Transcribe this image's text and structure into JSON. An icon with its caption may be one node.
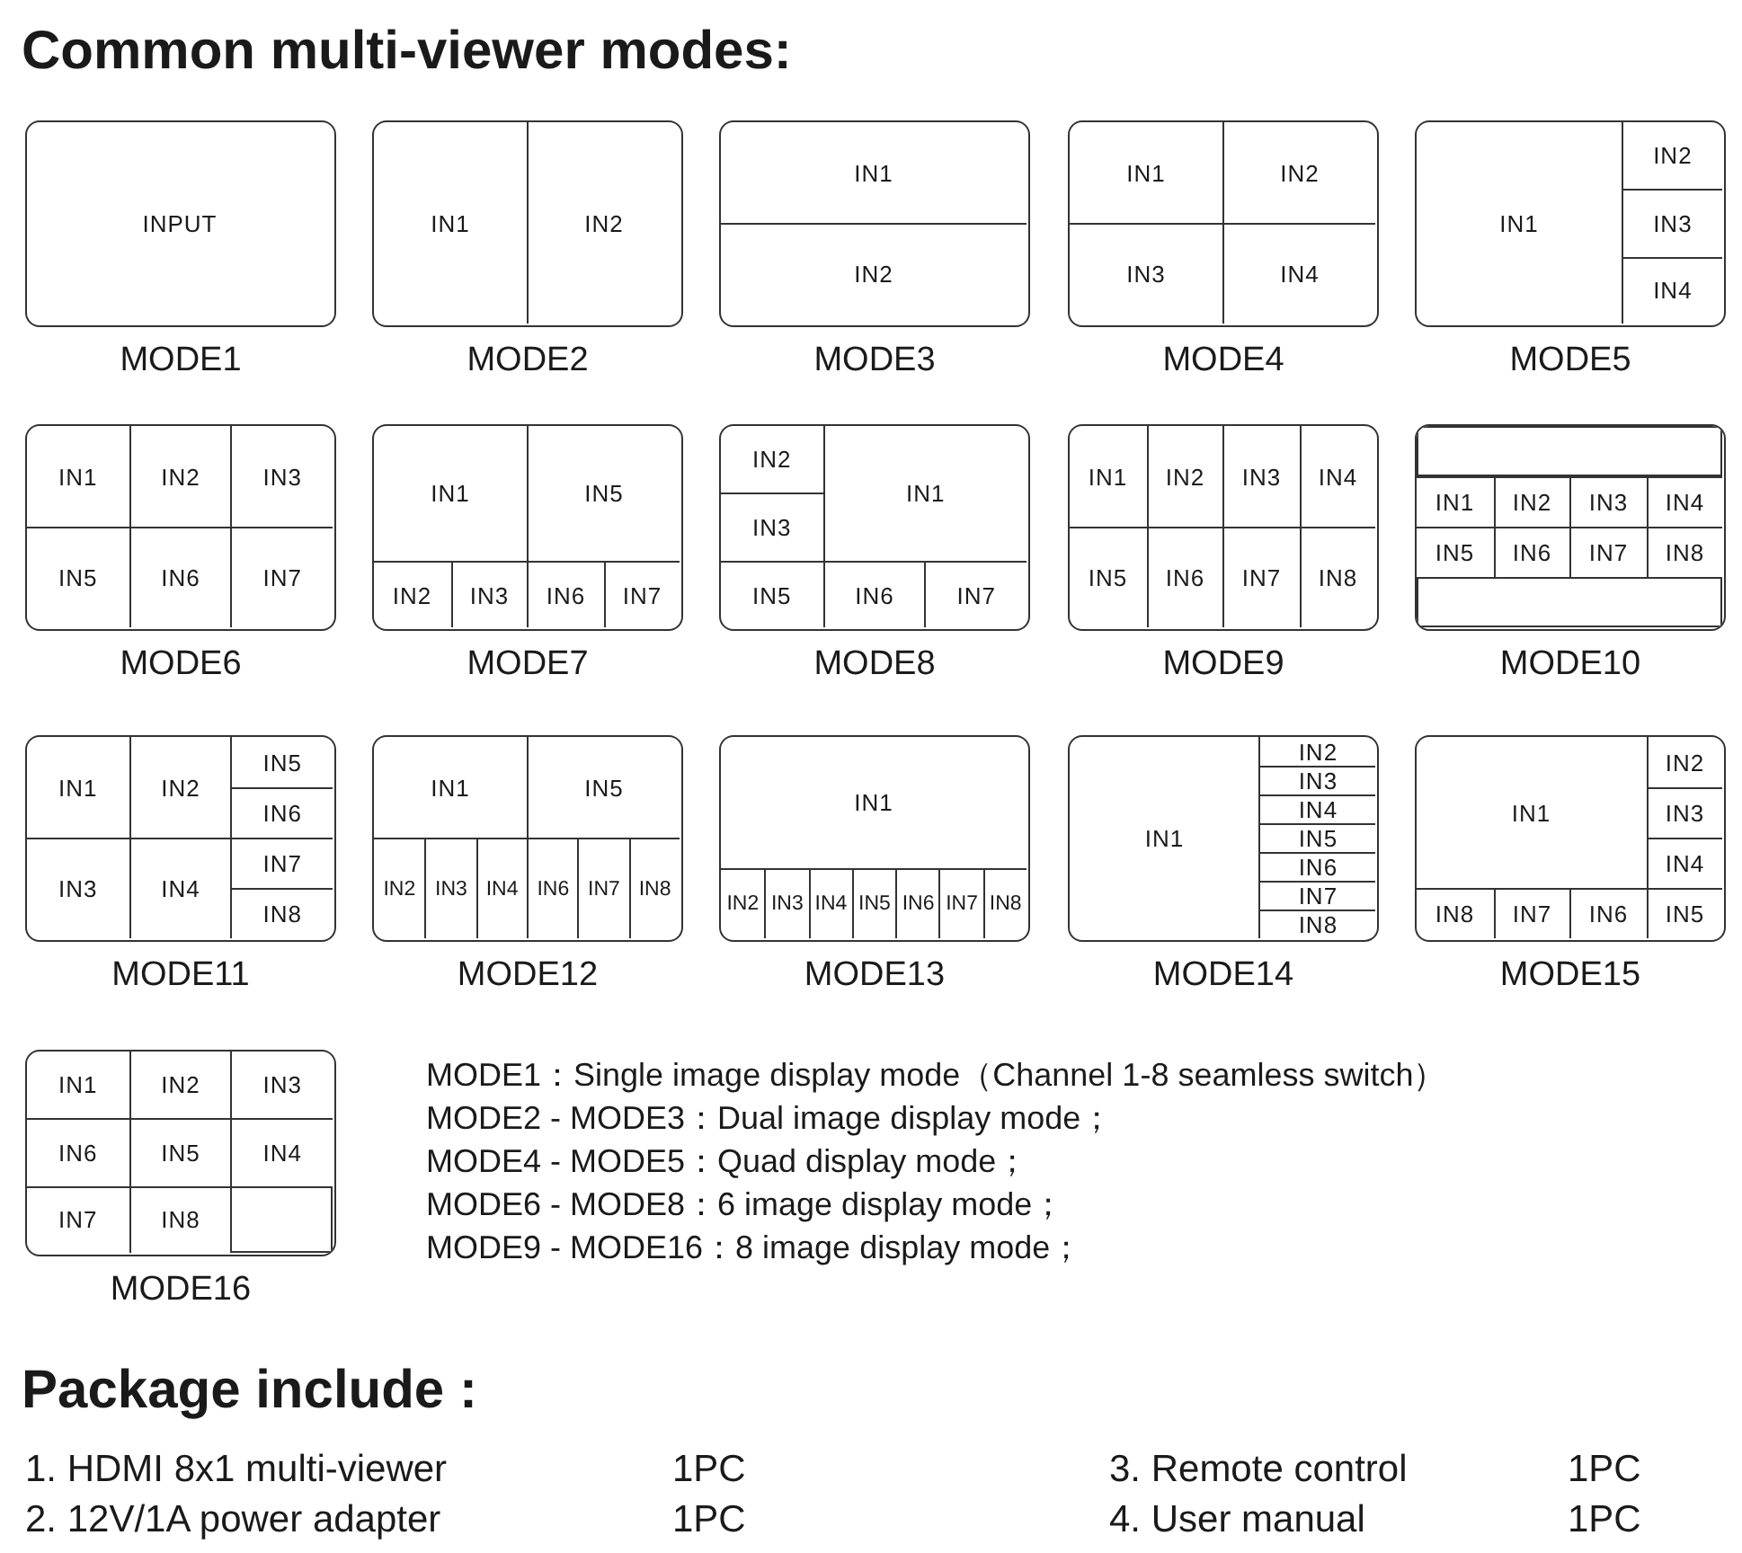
{
  "diagram": {
    "title": "Common multi-viewer modes:",
    "nodes": [
      {
        "text": [
          "MODE1"
        ]
      },
      {
        "text": [
          "INPUT"
        ],
        "in": 0
      },
      {
        "text": [
          "MODE2"
        ]
      },
      {
        "text": [
          "IN1"
        ],
        "in": 2
      },
      {
        "text": [
          "IN2"
        ],
        "in": 2
      },
      {
        "text": [
          "MODE3"
        ]
      },
      {
        "text": [
          "IN1"
        ],
        "in": 5
      },
      {
        "text": [
          "IN2"
        ],
        "in": 5
      },
      {
        "text": [
          "MODE4"
        ]
      },
      {
        "text": [
          "IN1"
        ],
        "in": 8
      },
      {
        "text": [
          "IN2"
        ],
        "in": 8
      },
      {
        "text": [
          "IN3"
        ],
        "in": 8
      },
      {
        "text": [
          "IN4"
        ],
        "in": 8
      },
      {
        "text": [
          "MODE5"
        ]
      },
      {
        "text": [
          "IN1"
        ],
        "in": 13
      },
      {
        "text": [
          "IN2"
        ],
        "in": 13
      },
      {
        "text": [
          "IN3"
        ],
        "in": 13
      },
      {
        "text": [
          "IN4"
        ],
        "in": 13
      },
      {
        "text": [
          "MODE6"
        ]
      },
      {
        "text": [
          "IN1"
        ],
        "in": 18
      },
      {
        "text": [
          "IN2"
        ],
        "in": 18
      },
      {
        "text": [
          "IN3"
        ],
        "in": 18
      },
      {
        "text": [
          "IN5"
        ],
        "in": 18
      },
      {
        "text": [
          "IN6"
        ],
        "in": 18
      },
      {
        "text": [
          "IN7"
        ],
        "in": 18
      },
      {
        "text": [
          "MODE7"
        ]
      },
      {
        "text": [
          "IN1"
        ],
        "in": 25
      },
      {
        "text": [
          "IN5"
        ],
        "in": 25
      },
      {
        "text": [
          "IN2"
        ],
        "in": 25
      },
      {
        "text": [
          "IN3"
        ],
        "in": 25
      },
      {
        "text": [
          "IN6"
        ],
        "in": 25
      },
      {
        "text": [
          "IN7"
        ],
        "in": 25
      },
      {
        "text": [
          "MODE8"
        ]
      },
      {
        "text": [
          "IN2"
        ],
        "in": 32
      },
      {
        "text": [
          "IN1"
        ],
        "in": 32
      },
      {
        "text": [
          "IN3"
        ],
        "in": 32
      },
      {
        "text": [
          "IN5"
        ],
        "in": 32
      },
      {
        "text": [
          "IN6"
        ],
        "in": 32
      },
      {
        "text": [
          "IN7"
        ],
        "in": 32
      },
      {
        "text": [
          "MODE9"
        ]
      },
      {
        "text": [
          "IN1"
        ],
        "in": 39
      },
      {
        "text": [
          "IN2"
        ],
        "in": 39
      },
      {
        "text": [
          "IN3"
        ],
        "in": 39
      },
      {
        "text": [
          "IN4"
        ],
        "in": 39
      },
      {
        "text": [
          "IN5"
        ],
        "in": 39
      },
      {
        "text": [
          "IN6"
        ],
        "in": 39
      },
      {
        "text": [
          "IN7"
        ],
        "in": 39
      },
      {
        "text": [
          "IN8"
        ],
        "in": 39
      },
      {
        "text": [
          "MODE10"
        ]
      },
      {
        "text": [],
        "shape": "box",
        "in": 48
      },
      {
        "text": [
          "IN1"
        ],
        "in": 48
      },
      {
        "text": [
          "IN2"
        ],
        "in": 48
      },
      {
        "text": [
          "IN3"
        ],
        "in": 48
      },
      {
        "text": [
          "IN4"
        ],
        "in": 48
      },
      {
        "text": [
          "IN5"
        ],
        "in": 48
      },
      {
        "text": [
          "IN6"
        ],
        "in": 48
      },
      {
        "text": [
          "IN7"
        ],
        "in": 48
      },
      {
        "text": [
          "IN8"
        ],
        "in": 48
      },
      {
        "text": [],
        "shape": "box",
        "in": 48
      },
      {
        "text": [
          "MODE11"
        ]
      },
      {
        "text": [
          "IN1"
        ],
        "in": 59
      },
      {
        "text": [
          "IN2"
        ],
        "in": 59
      },
      {
        "text": [
          "IN5"
        ],
        "in": 59
      },
      {
        "text": [
          "IN6"
        ],
        "in": 59
      },
      {
        "text": [
          "IN3"
        ],
        "in": 59
      },
      {
        "text": [
          "IN4"
        ],
        "in": 59
      },
      {
        "text": [
          "IN7"
        ],
        "in": 59
      },
      {
        "text": [
          "IN8"
        ],
        "in": 59
      },
      {
        "text": [
          "MODE12"
        ]
      },
      {
        "text": [
          "IN1"
        ],
        "in": 68
      },
      {
        "text": [
          "IN5"
        ],
        "in": 68
      },
      {
        "text": [
          "IN2"
        ],
        "in": 68
      },
      {
        "text": [
          "IN3"
        ],
        "in": 68
      },
      {
        "text": [
          "IN4"
        ],
        "in": 68
      },
      {
        "text": [
          "IN6"
        ],
        "in": 68
      },
      {
        "text": [
          "IN7"
        ],
        "in": 68
      },
      {
        "text": [
          "IN8"
        ],
        "in": 68
      },
      {
        "text": [
          "MODE13"
        ]
      },
      {
        "text": [
          "IN1"
        ],
        "in": 77
      },
      {
        "text": [
          "IN2"
        ],
        "in": 77
      },
      {
        "text": [
          "IN3"
        ],
        "in": 77
      },
      {
        "text": [
          "IN4"
        ],
        "in": 77
      },
      {
        "text": [
          "IN5"
        ],
        "in": 77
      },
      {
        "text": [
          "IN6"
        ],
        "in": 77
      },
      {
        "text": [
          "IN7"
        ],
        "in": 77
      },
      {
        "text": [
          "IN8"
        ],
        "in": 77
      },
      {
        "text": [
          "MODE14"
        ]
      },
      {
        "text": [
          "IN1"
        ],
        "in": 86
      },
      {
        "text": [
          "IN2"
        ],
        "in": 86
      },
      {
        "text": [
          "IN3"
        ],
        "in": 86
      },
      {
        "text": [
          "IN4"
        ],
        "in": 86
      },
      {
        "text": [
          "IN5"
        ],
        "in": 86
      },
      {
        "text": [
          "IN6"
        ],
        "in": 86
      },
      {
        "text": [
          "IN7"
        ],
        "in": 86
      },
      {
        "text": [
          "IN8"
        ],
        "in": 86
      },
      {
        "text": [
          "MODE15"
        ]
      },
      {
        "text": [
          "IN1"
        ],
        "in": 95
      },
      {
        "text": [
          "IN2"
        ],
        "in": 95
      },
      {
        "text": [
          "IN3"
        ],
        "in": 95
      },
      {
        "text": [
          "IN4"
        ],
        "in": 95
      },
      {
        "text": [
          "IN8"
        ],
        "in": 95
      },
      {
        "text": [
          "IN7"
        ],
        "in": 95
      },
      {
        "text": [
          "IN6"
        ],
        "in": 95
      },
      {
        "text": [
          "IN5"
        ],
        "in": 95
      },
      {
        "text": [
          "MODE16"
        ]
      },
      {
        "text": [
          "IN1"
        ],
        "in": 104
      },
      {
        "text": [
          "IN2"
        ],
        "in": 104
      },
      {
        "text": [
          "IN3"
        ],
        "in": 104
      },
      {
        "text": [
          "IN6"
        ],
        "in": 104
      },
      {
        "text": [
          "IN5"
        ],
        "in": 104
      },
      {
        "text": [
          "IN4"
        ],
        "in": 104
      },
      {
        "text": [
          "IN7"
        ],
        "in": 104
      },
      {
        "text": [
          "IN8"
        ],
        "in": 104
      },
      {
        "text": [],
        "shape": "box",
        "in": 104
      }
    ],
    "labels": [
      "MODE1：Single image display mode（Channel 1-8 seamless switch）",
      "MODE2 - MODE3：Dual image display mode；",
      "MODE4 - MODE5：Quad display mode；",
      "MODE6 - MODE8：6 image display mode；",
      "MODE9 - MODE16：8 image display mode；",
      "Package include :",
      "1. HDMI 8x1 multi-viewer",
      "1PC",
      "3. Remote control",
      "1PC",
      "2. 12V/1A power adapter",
      "1PC",
      "4. User manual",
      "1PC"
    ]
  }
}
